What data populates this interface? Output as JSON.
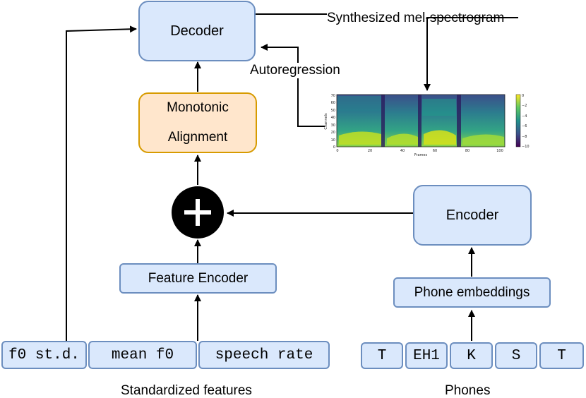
{
  "decoder": {
    "label": "Decoder"
  },
  "alignment": {
    "line1": "Monotonic",
    "line2": "Alignment"
  },
  "feature_encoder": {
    "label": "Feature Encoder"
  },
  "encoder": {
    "label": "Encoder"
  },
  "phone_embeddings": {
    "label": "Phone embeddings"
  },
  "features": {
    "items": [
      "f0 st.d.",
      "mean f0",
      "speech rate"
    ],
    "caption": "Standardized features"
  },
  "phones": {
    "items": [
      "T",
      "EH1",
      "K",
      "S",
      "T"
    ],
    "caption": "Phones"
  },
  "annotations": {
    "synth": "Synthesized mel-spectrogram",
    "autoregression": "Autoregression"
  },
  "spectrogram": {
    "ylabel": "Channels",
    "xlabel": "Frames",
    "yticks": [
      "0",
      "10",
      "20",
      "30",
      "40",
      "50",
      "60",
      "70"
    ],
    "xticks": [
      "0",
      "20",
      "40",
      "60",
      "80",
      "100"
    ],
    "colorbar_ticks": [
      "0",
      "−2",
      "−4",
      "−6",
      "−8",
      "−10"
    ]
  },
  "colors": {
    "blue_fill": "#dae8fc",
    "blue_stroke": "#6c8ebf",
    "orange_fill": "#ffe6cc",
    "orange_stroke": "#d79b00"
  }
}
